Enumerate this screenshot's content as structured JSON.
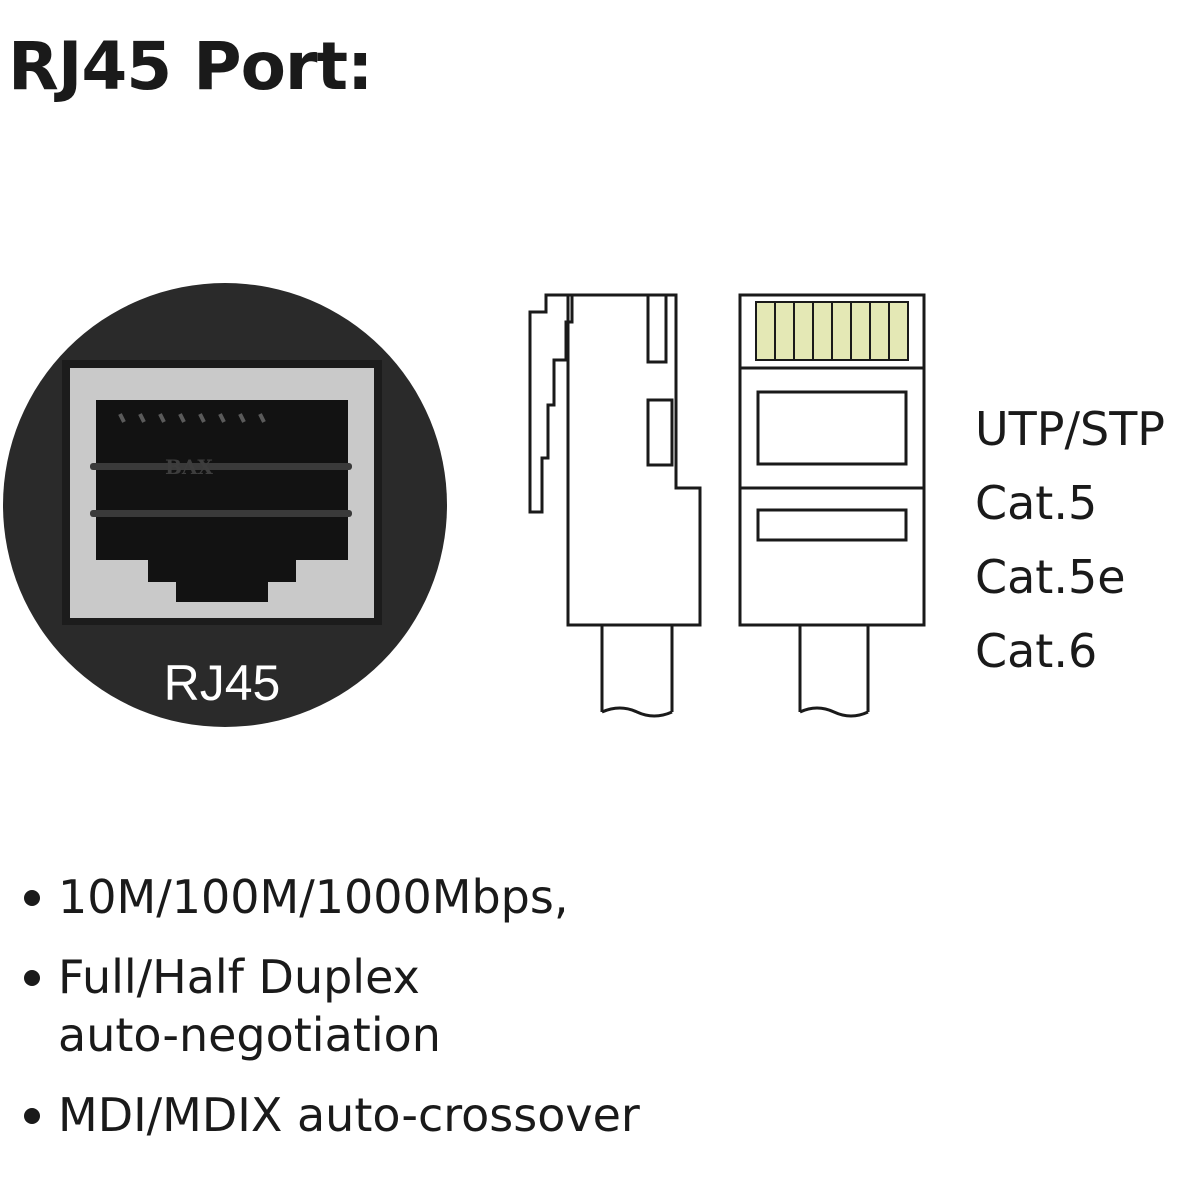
{
  "title": "RJ45 Port:",
  "port": {
    "label": "RJ45",
    "contact_marks": "BAX"
  },
  "cable_types": [
    "UTP/STP",
    "Cat.5",
    "Cat.5e",
    "Cat.6"
  ],
  "features": [
    {
      "lines": [
        "10M/100M/1000Mbps,"
      ]
    },
    {
      "lines": [
        "Full/Half Duplex",
        "auto-negotiation"
      ]
    },
    {
      "lines": [
        "MDI/MDIX auto-crossover"
      ]
    }
  ],
  "colors": {
    "text": "#1a1a1a",
    "port_bezel": "#2a2a2a",
    "port_shield": "#c9c9c9",
    "contacts": "#e4e8b5"
  },
  "icons": {
    "bullet": "dot-bullet-icon",
    "port": "rj45-port-icon",
    "plug": "rj45-plug-icon"
  }
}
